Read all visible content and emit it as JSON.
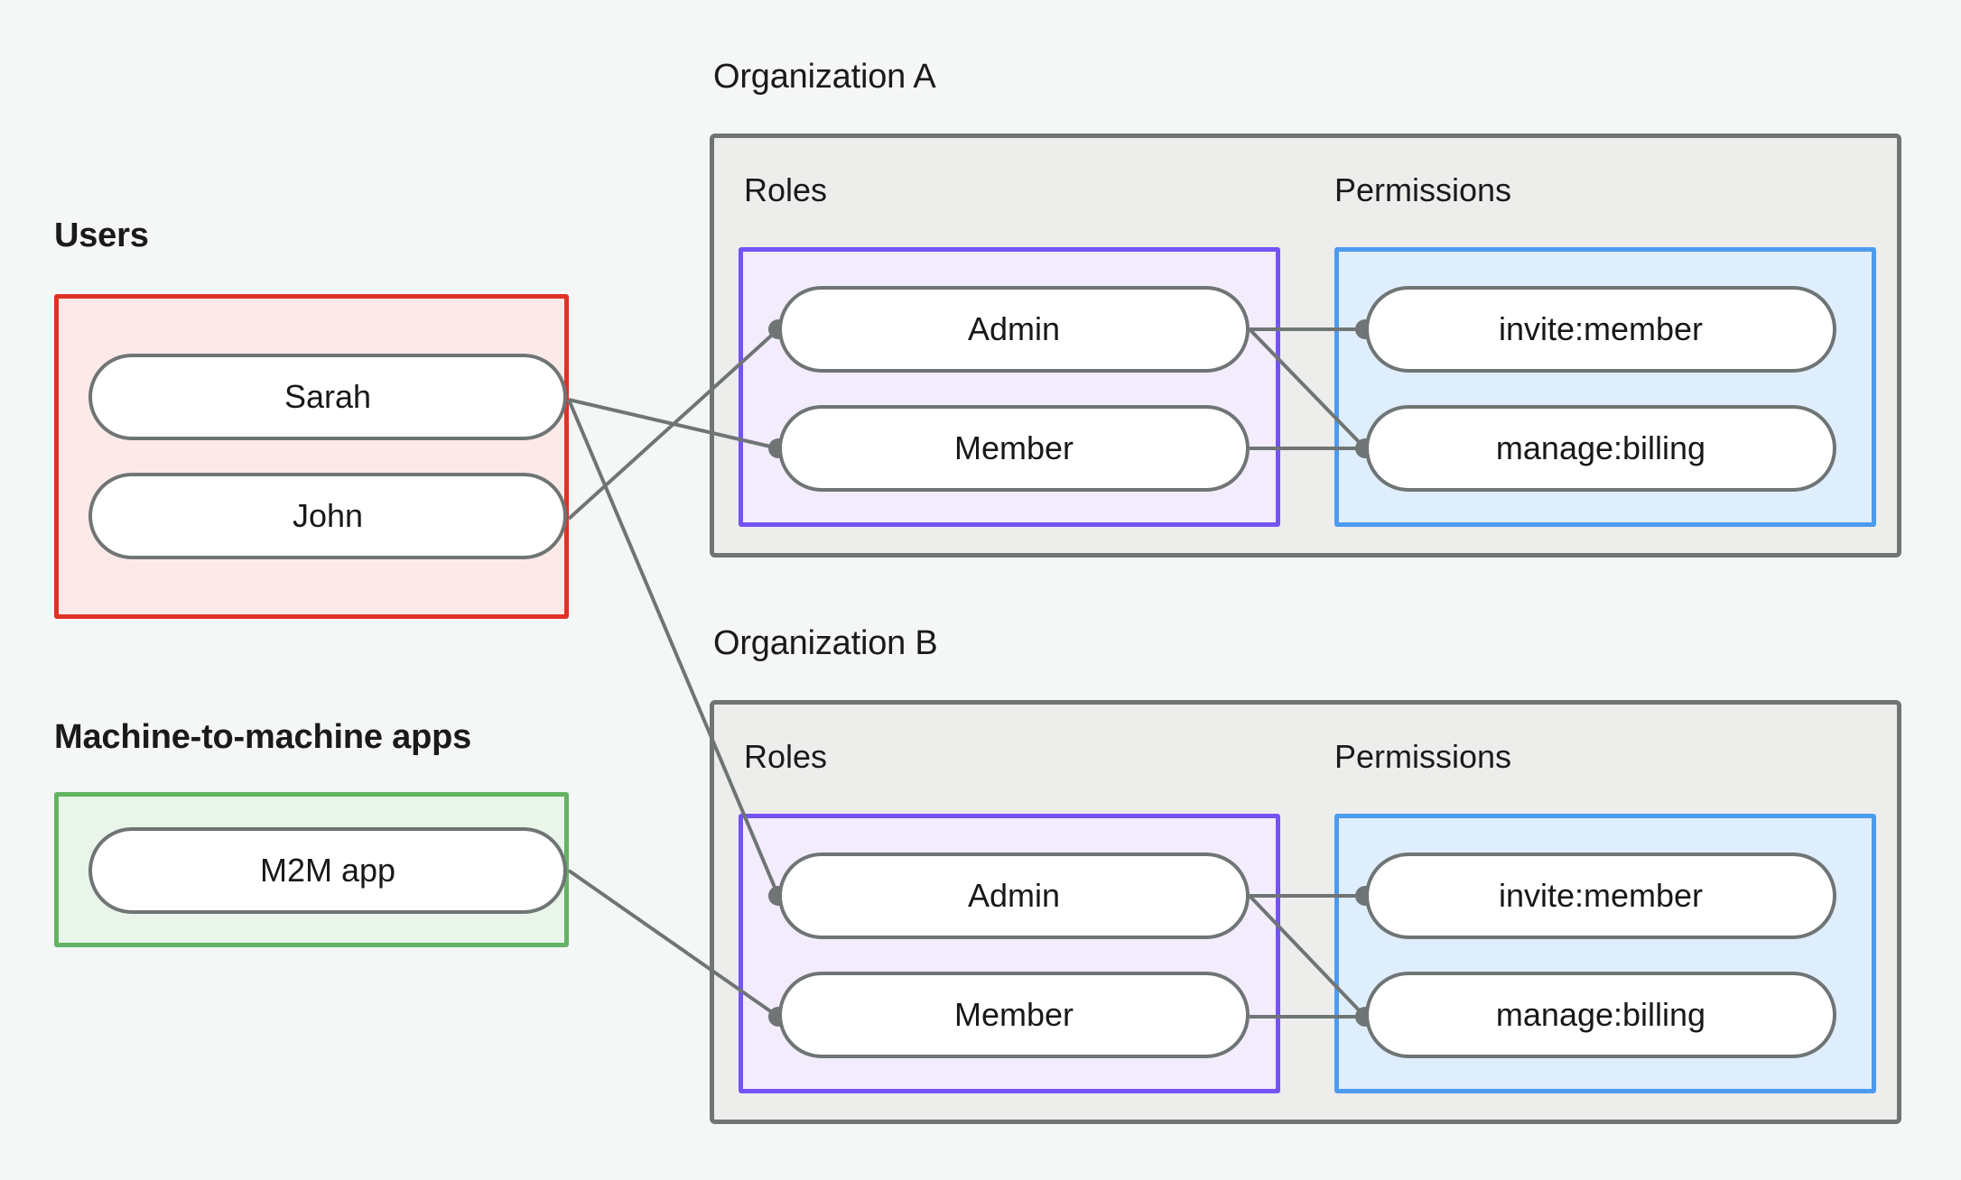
{
  "diagram": {
    "title_users": "Users",
    "title_m2m": "Machine-to-machine apps",
    "org_a_title": "Organization A",
    "org_b_title": "Organization B",
    "roles_label": "Roles",
    "permissions_label": "Permissions"
  },
  "colors": {
    "canvas": "#f5f7f7",
    "users_border": "#e03127",
    "users_fill": "#fdeae8",
    "m2m_border": "#63b363",
    "m2m_fill": "#e8f5e8",
    "org_border": "#6f7475",
    "org_fill": "#ededec",
    "roles_border": "#7553f5",
    "roles_fill": "#f2ecfd",
    "perms_border": "#4d9bf0",
    "perms_fill": "#dfeefc",
    "pill_border": "#6f7475",
    "pill_fill": "#ffffff",
    "edge": "#6f7475",
    "text": "#16181a"
  },
  "users": {
    "label": "Users",
    "items": [
      {
        "label": "Sarah"
      },
      {
        "label": "John"
      }
    ]
  },
  "m2m": {
    "label": "Machine-to-machine apps",
    "items": [
      {
        "label": "M2M app"
      }
    ]
  },
  "org_a": {
    "title": "Organization A",
    "roles_header": "Roles",
    "permissions_header": "Permissions",
    "roles": [
      {
        "label": "Admin"
      },
      {
        "label": "Member"
      }
    ],
    "permissions": [
      {
        "label": "invite:member"
      },
      {
        "label": "manage:billing"
      }
    ]
  },
  "org_b": {
    "title": "Organization B",
    "roles_header": "Roles",
    "permissions_header": "Permissions",
    "roles": [
      {
        "label": "Admin"
      },
      {
        "label": "Member"
      }
    ],
    "permissions": [
      {
        "label": "invite:member"
      },
      {
        "label": "manage:billing"
      }
    ]
  },
  "connections": [
    {
      "from": "Sarah",
      "to": "Organization A / Member"
    },
    {
      "from": "Sarah",
      "to": "Organization B / Admin"
    },
    {
      "from": "John",
      "to": "Organization A / Admin"
    },
    {
      "from": "M2M app",
      "to": "Organization B / Member"
    },
    {
      "from": "Organization A / Admin",
      "to": "Organization A / invite:member"
    },
    {
      "from": "Organization A / Admin",
      "to": "Organization A / manage:billing"
    },
    {
      "from": "Organization A / Member",
      "to": "Organization A / manage:billing"
    },
    {
      "from": "Organization B / Admin",
      "to": "Organization B / invite:member"
    },
    {
      "from": "Organization B / Admin",
      "to": "Organization B / manage:billing"
    },
    {
      "from": "Organization B / Member",
      "to": "Organization B / manage:billing"
    }
  ]
}
